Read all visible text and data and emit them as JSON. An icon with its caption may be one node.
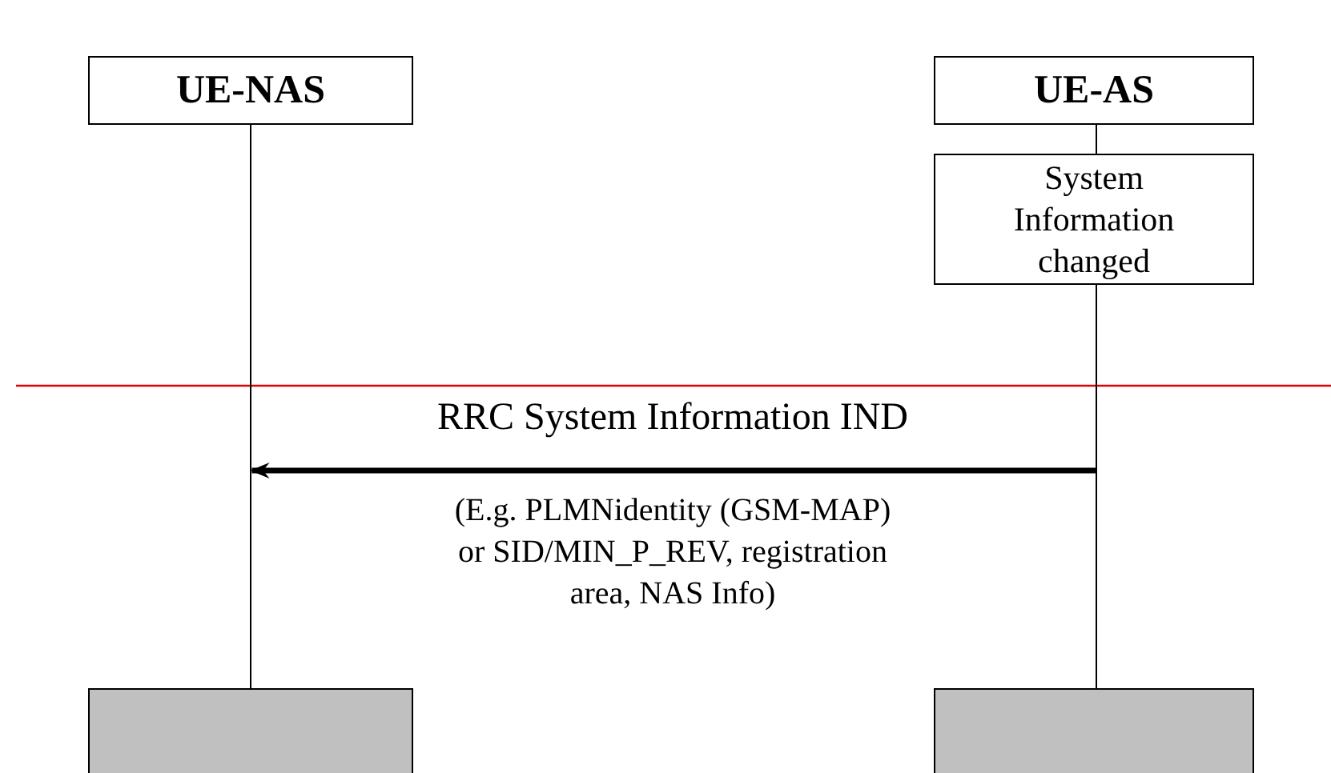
{
  "diagram": {
    "nodes": [
      {
        "text": [
          "UE-NAS"
        ]
      },
      {
        "text": [
          "UE-AS"
        ]
      },
      {
        "text": [],
        "shape": "bar"
      },
      {
        "text": [],
        "shape": "bar"
      },
      {
        "text": [
          "System Information changed"
        ]
      },
      {
        "text": [],
        "shape": "bar"
      },
      {
        "text": [],
        "shape": "box"
      },
      {
        "text": [],
        "shape": "box"
      }
    ],
    "edges": [
      {
        "from": 5,
        "to": 2,
        "arrow": "to",
        "label": "RRC System Information IND"
      }
    ],
    "labels": [
      "(E.g. PLMNidentity (GSM-MAP) or SID/MIN_P_REV, registration area, NAS Info)"
    ]
  }
}
